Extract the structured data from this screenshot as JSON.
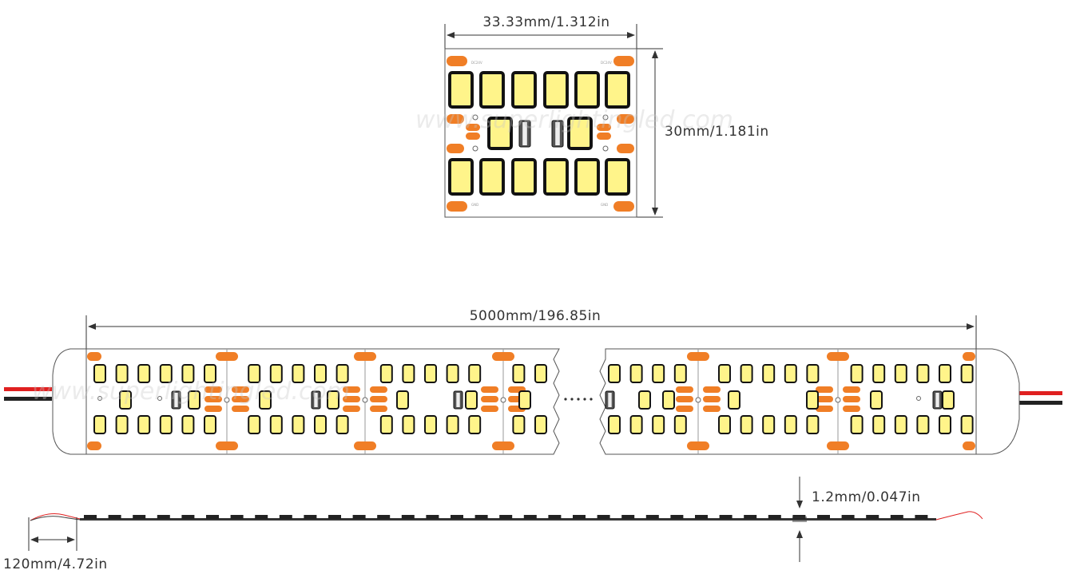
{
  "dimensions": {
    "segment_width": "33.33mm/1.312in",
    "segment_height": "30mm/1.181in",
    "strip_length": "5000mm/196.85in",
    "strip_thickness": "1.2mm/0.047in",
    "wire_length": "120mm/4.72in"
  },
  "watermark": "www.superlightingled.com",
  "pad_labels": {
    "positive": "DC24V",
    "negative": "GND"
  },
  "colors": {
    "led_yellow": "#fff48a",
    "led_border": "#111111",
    "pad_orange": "#f07e26",
    "wire_red": "#e02020",
    "wire_black": "#222222",
    "line": "#333333"
  },
  "icons": {
    "arrow": "dimension-arrow-icon",
    "ellipsis": "continuation-dots-icon"
  }
}
